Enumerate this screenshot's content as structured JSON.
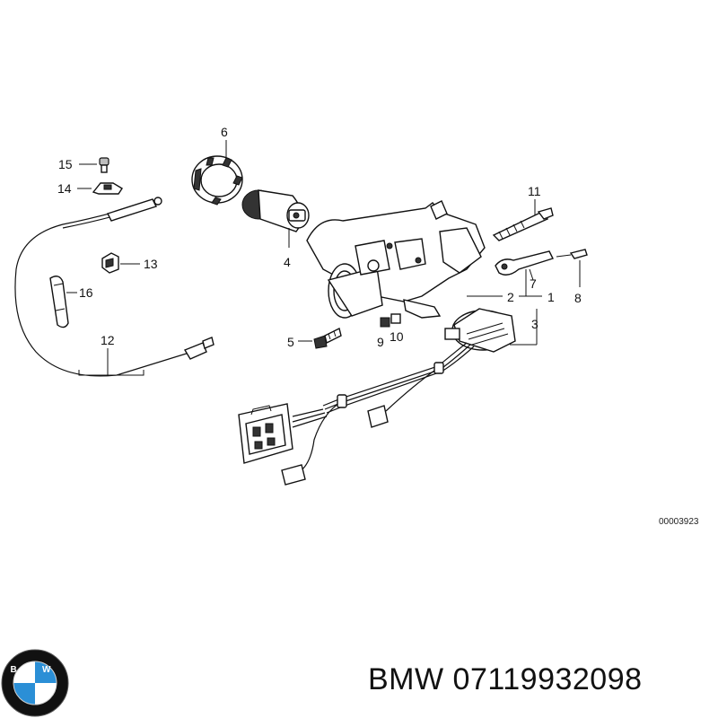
{
  "diagram": {
    "callouts": [
      "1",
      "2",
      "3",
      "4",
      "5",
      "6",
      "7",
      "8",
      "9",
      "10",
      "11",
      "12",
      "13",
      "14",
      "15",
      "16"
    ],
    "reference_code": "00003923"
  },
  "brand": {
    "logo_letters": "BMW",
    "name": "BMW",
    "part_number": "07119932098",
    "colors": {
      "blue": "#2b8fd6",
      "black": "#111111",
      "white": "#ffffff"
    }
  }
}
